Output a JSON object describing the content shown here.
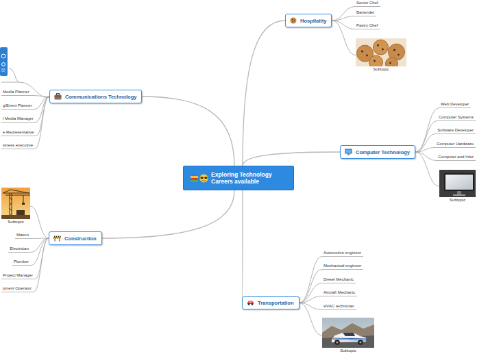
{
  "diagram": {
    "nodes": [
      {
        "text": [
          "Exploring Technology Careers available"
        ]
      },
      {
        "text": [
          "Hospitality"
        ]
      },
      {
        "text": [
          "Senior Chef"
        ]
      },
      {
        "text": [
          "Bartender"
        ]
      },
      {
        "text": [
          "Pastry Chef"
        ]
      },
      {
        "text": [
          "Subtopic"
        ]
      },
      {
        "text": [
          "Computer Technology"
        ]
      },
      {
        "text": [
          "Web Developer"
        ]
      },
      {
        "text": [
          "Computer Systems"
        ]
      },
      {
        "text": [
          "Software Developer"
        ]
      },
      {
        "text": [
          "Computer Hardware"
        ]
      },
      {
        "text": [
          "Computer and Infor"
        ]
      },
      {
        "text": [
          "Subtopic"
        ]
      },
      {
        "text": [
          "Transportation"
        ]
      },
      {
        "text": [
          "Automotive engineer"
        ]
      },
      {
        "text": [
          "Mechanical engineer"
        ]
      },
      {
        "text": [
          "Diesel Mechanic"
        ]
      },
      {
        "text": [
          "Aircraft Mechanic"
        ]
      },
      {
        "text": [
          "HVAC technician"
        ]
      },
      {
        "text": [
          "Subtopic"
        ]
      },
      {
        "text": [
          "Construction"
        ]
      },
      {
        "text": [
          "Subtopic"
        ]
      },
      {
        "text": [
          "Mason"
        ]
      },
      {
        "text": [
          "Electrician"
        ]
      },
      {
        "text": [
          "Plumber"
        ]
      },
      {
        "text": [
          "Project Manager"
        ]
      },
      {
        "text": [
          "pment Operator"
        ]
      },
      {
        "text": [
          "Communications Technology"
        ]
      },
      {
        "text": [
          "Media Planner"
        ]
      },
      {
        "text": [
          "g/Event Planner"
        ]
      },
      {
        "text": [
          "l Media Manager"
        ]
      },
      {
        "text": [
          "e Representative"
        ]
      },
      {
        "text": [
          "siness executive"
        ]
      }
    ],
    "edges": [
      {
        "from": 0,
        "to": 1,
        "arrow": "none"
      },
      {
        "from": 1,
        "to": 2,
        "arrow": "none"
      },
      {
        "from": 1,
        "to": 3,
        "arrow": "none"
      },
      {
        "from": 1,
        "to": 4,
        "arrow": "none"
      },
      {
        "from": 1,
        "to": 5,
        "arrow": "none"
      },
      {
        "from": 0,
        "to": 6,
        "arrow": "none"
      },
      {
        "from": 6,
        "to": 7,
        "arrow": "none"
      },
      {
        "from": 6,
        "to": 8,
        "arrow": "none"
      },
      {
        "from": 6,
        "to": 9,
        "arrow": "none"
      },
      {
        "from": 6,
        "to": 10,
        "arrow": "none"
      },
      {
        "from": 6,
        "to": 11,
        "arrow": "none"
      },
      {
        "from": 6,
        "to": 12,
        "arrow": "none"
      },
      {
        "from": 0,
        "to": 13,
        "arrow": "none"
      },
      {
        "from": 13,
        "to": 14,
        "arrow": "none"
      },
      {
        "from": 13,
        "to": 15,
        "arrow": "none"
      },
      {
        "from": 13,
        "to": 16,
        "arrow": "none"
      },
      {
        "from": 13,
        "to": 17,
        "arrow": "none"
      },
      {
        "from": 13,
        "to": 18,
        "arrow": "none"
      },
      {
        "from": 13,
        "to": 19,
        "arrow": "none"
      },
      {
        "from": 0,
        "to": 20,
        "arrow": "none"
      },
      {
        "from": 20,
        "to": 21,
        "arrow": "none"
      },
      {
        "from": 20,
        "to": 22,
        "arrow": "none"
      },
      {
        "from": 20,
        "to": 23,
        "arrow": "none"
      },
      {
        "from": 20,
        "to": 24,
        "arrow": "none"
      },
      {
        "from": 20,
        "to": 25,
        "arrow": "none"
      },
      {
        "from": 20,
        "to": 26,
        "arrow": "none"
      },
      {
        "from": 0,
        "to": 27,
        "arrow": "none"
      },
      {
        "from": 27,
        "to": 28,
        "arrow": "none"
      },
      {
        "from": 27,
        "to": 29,
        "arrow": "none"
      },
      {
        "from": 27,
        "to": 30,
        "arrow": "none"
      },
      {
        "from": 27,
        "to": 31,
        "arrow": "none"
      },
      {
        "from": 27,
        "to": 32,
        "arrow": "none"
      }
    ]
  }
}
